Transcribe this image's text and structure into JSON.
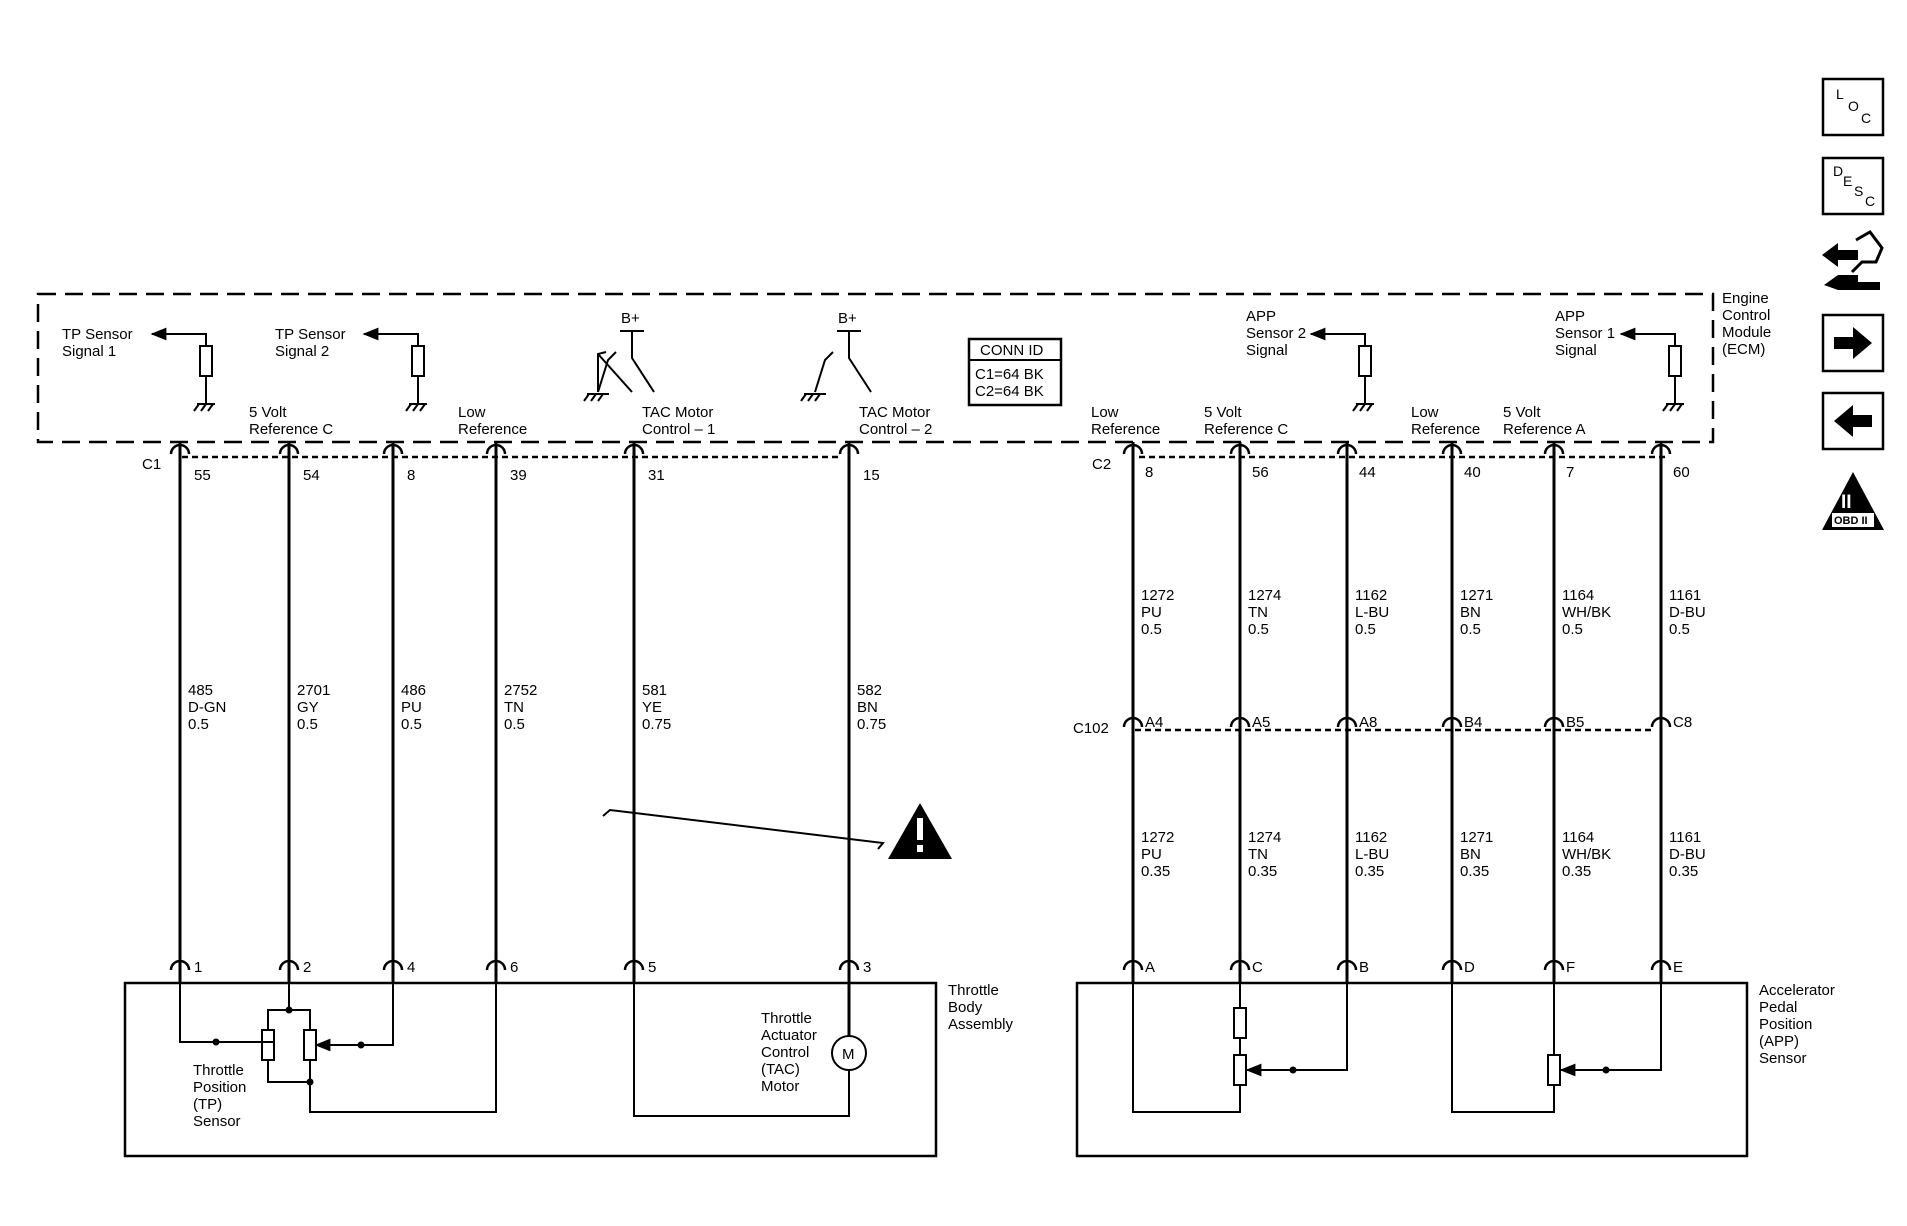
{
  "ecm": {
    "label": [
      "Engine",
      "Control",
      "Module",
      "(ECM)"
    ]
  },
  "conn_id": {
    "title": "CONN ID",
    "line1": "C1=64 BK",
    "line2": "C2=64 BK"
  },
  "supply_label": "B+",
  "connectors": {
    "c1": "C1",
    "c2": "C2",
    "c102": "C102"
  },
  "ecm_labels": {
    "tp1": [
      "TP Sensor",
      "Signal 1"
    ],
    "tp2": [
      "TP Sensor",
      "Signal 2"
    ],
    "ref5c_left": [
      "5 Volt",
      "Reference C"
    ],
    "lowref_left": [
      "Low",
      "Reference"
    ],
    "tac1": [
      "TAC Motor",
      "Control – 1"
    ],
    "tac2": [
      "TAC Motor",
      "Control – 2"
    ],
    "lowref_right1": [
      "Low",
      "Reference"
    ],
    "ref5c_right": [
      "5 Volt",
      "Reference C"
    ],
    "app2": [
      "APP",
      "Sensor 2",
      "Signal"
    ],
    "lowref_right2": [
      "Low",
      "Reference"
    ],
    "ref5a": [
      "5 Volt",
      "Reference A"
    ],
    "app1": [
      "APP",
      "Sensor 1",
      "Signal"
    ]
  },
  "left_wires": [
    {
      "ecm_pin": "55",
      "circuit": "485",
      "color": "D-GN",
      "gauge": "0.5",
      "comp_pin": "1"
    },
    {
      "ecm_pin": "54",
      "circuit": "2701",
      "color": "GY",
      "gauge": "0.5",
      "comp_pin": "2"
    },
    {
      "ecm_pin": "8",
      "circuit": "486",
      "color": "PU",
      "gauge": "0.5",
      "comp_pin": "4"
    },
    {
      "ecm_pin": "39",
      "circuit": "2752",
      "color": "TN",
      "gauge": "0.5",
      "comp_pin": "6"
    },
    {
      "ecm_pin": "31",
      "circuit": "581",
      "color": "YE",
      "gauge": "0.75",
      "comp_pin": "5"
    },
    {
      "ecm_pin": "15",
      "circuit": "582",
      "color": "BN",
      "gauge": "0.75",
      "comp_pin": "3"
    }
  ],
  "right_wires": [
    {
      "ecm_pin": "8",
      "upper": {
        "circuit": "1272",
        "color": "PU",
        "gauge": "0.5"
      },
      "c102_pin": "A4",
      "lower": {
        "circuit": "1272",
        "color": "PU",
        "gauge": "0.35"
      },
      "comp_pin": "A"
    },
    {
      "ecm_pin": "56",
      "upper": {
        "circuit": "1274",
        "color": "TN",
        "gauge": "0.5"
      },
      "c102_pin": "A5",
      "lower": {
        "circuit": "1274",
        "color": "TN",
        "gauge": "0.35"
      },
      "comp_pin": "C"
    },
    {
      "ecm_pin": "44",
      "upper": {
        "circuit": "1162",
        "color": "L-BU",
        "gauge": "0.5"
      },
      "c102_pin": "A8",
      "lower": {
        "circuit": "1162",
        "color": "L-BU",
        "gauge": "0.35"
      },
      "comp_pin": "B"
    },
    {
      "ecm_pin": "40",
      "upper": {
        "circuit": "1271",
        "color": "BN",
        "gauge": "0.5"
      },
      "c102_pin": "B4",
      "lower": {
        "circuit": "1271",
        "color": "BN",
        "gauge": "0.35"
      },
      "comp_pin": "D"
    },
    {
      "ecm_pin": "7",
      "upper": {
        "circuit": "1164",
        "color": "WH/BK",
        "gauge": "0.5"
      },
      "c102_pin": "B5",
      "lower": {
        "circuit": "1164",
        "color": "WH/BK",
        "gauge": "0.35"
      },
      "comp_pin": "F"
    },
    {
      "ecm_pin": "60",
      "upper": {
        "circuit": "1161",
        "color": "D-BU",
        "gauge": "0.5"
      },
      "c102_pin": "C8",
      "lower": {
        "circuit": "1161",
        "color": "D-BU",
        "gauge": "0.35"
      },
      "comp_pin": "E"
    }
  ],
  "components": {
    "throttle_body": [
      "Throttle",
      "Body",
      "Assembly"
    ],
    "tp_sensor": [
      "Throttle",
      "Position",
      "(TP)",
      "Sensor"
    ],
    "tac_motor": [
      "Throttle",
      "Actuator",
      "Control",
      "(TAC)",
      "Motor"
    ],
    "motor_symbol": "M",
    "app_sensor": [
      "Accelerator",
      "Pedal",
      "Position",
      "(APP)",
      "Sensor"
    ]
  },
  "toolbar": {
    "loc": [
      "L",
      "O",
      "C"
    ],
    "desc": [
      "D",
      "E",
      "S",
      "C"
    ],
    "obd": {
      "numeral": "II",
      "label": "OBD II"
    }
  }
}
